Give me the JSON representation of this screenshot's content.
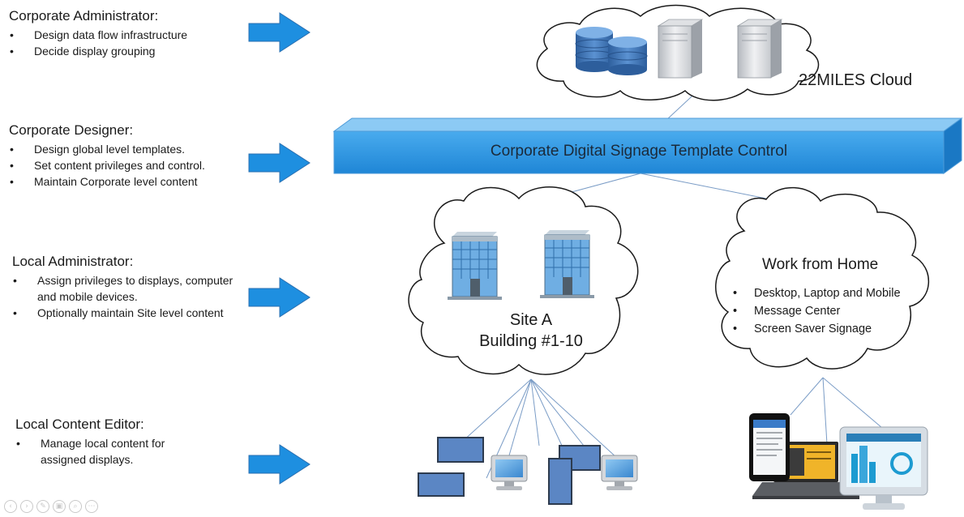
{
  "roles": [
    {
      "title": "Corporate Administrator:",
      "items": [
        "Design data flow infrastructure",
        "Decide display grouping"
      ]
    },
    {
      "title": "Corporate Designer:",
      "items": [
        "Design global level templates.",
        "Set content privileges and control.",
        "Maintain Corporate level content"
      ]
    },
    {
      "title": "Local Administrator:",
      "items": [
        "Assign privileges to displays, computer",
        "and mobile devices.",
        "Optionally maintain Site level content"
      ]
    },
    {
      "title": "Local Content Editor:",
      "items": [
        "Manage local content for",
        "assigned displays."
      ]
    }
  ],
  "cloud_top": {
    "label": "22MILES Cloud"
  },
  "bar": {
    "label": "Corporate Digital Signage Template Control"
  },
  "site": {
    "line1": "Site A",
    "line2": "Building #1-10"
  },
  "wfh": {
    "title": "Work from Home",
    "items": [
      "Desktop, Laptop and Mobile",
      "Message Center",
      "Screen Saver Signage"
    ]
  },
  "nav": {
    "prev": "‹",
    "next": "›",
    "pen": "✎",
    "slides": "▣",
    "zoom": "⌕",
    "more": "⋯"
  },
  "colors": {
    "arrow": "#1e8fe0",
    "bar_face": "#2f99e6",
    "bar_top": "#8ccaf4",
    "monitor": "#5b86c4",
    "db": "#3f74b4"
  },
  "icons": [
    "database-icon",
    "server-icon",
    "building-icon",
    "display-icon",
    "monitor-icon",
    "tablet-icon",
    "laptop-icon",
    "desktop-icon"
  ]
}
